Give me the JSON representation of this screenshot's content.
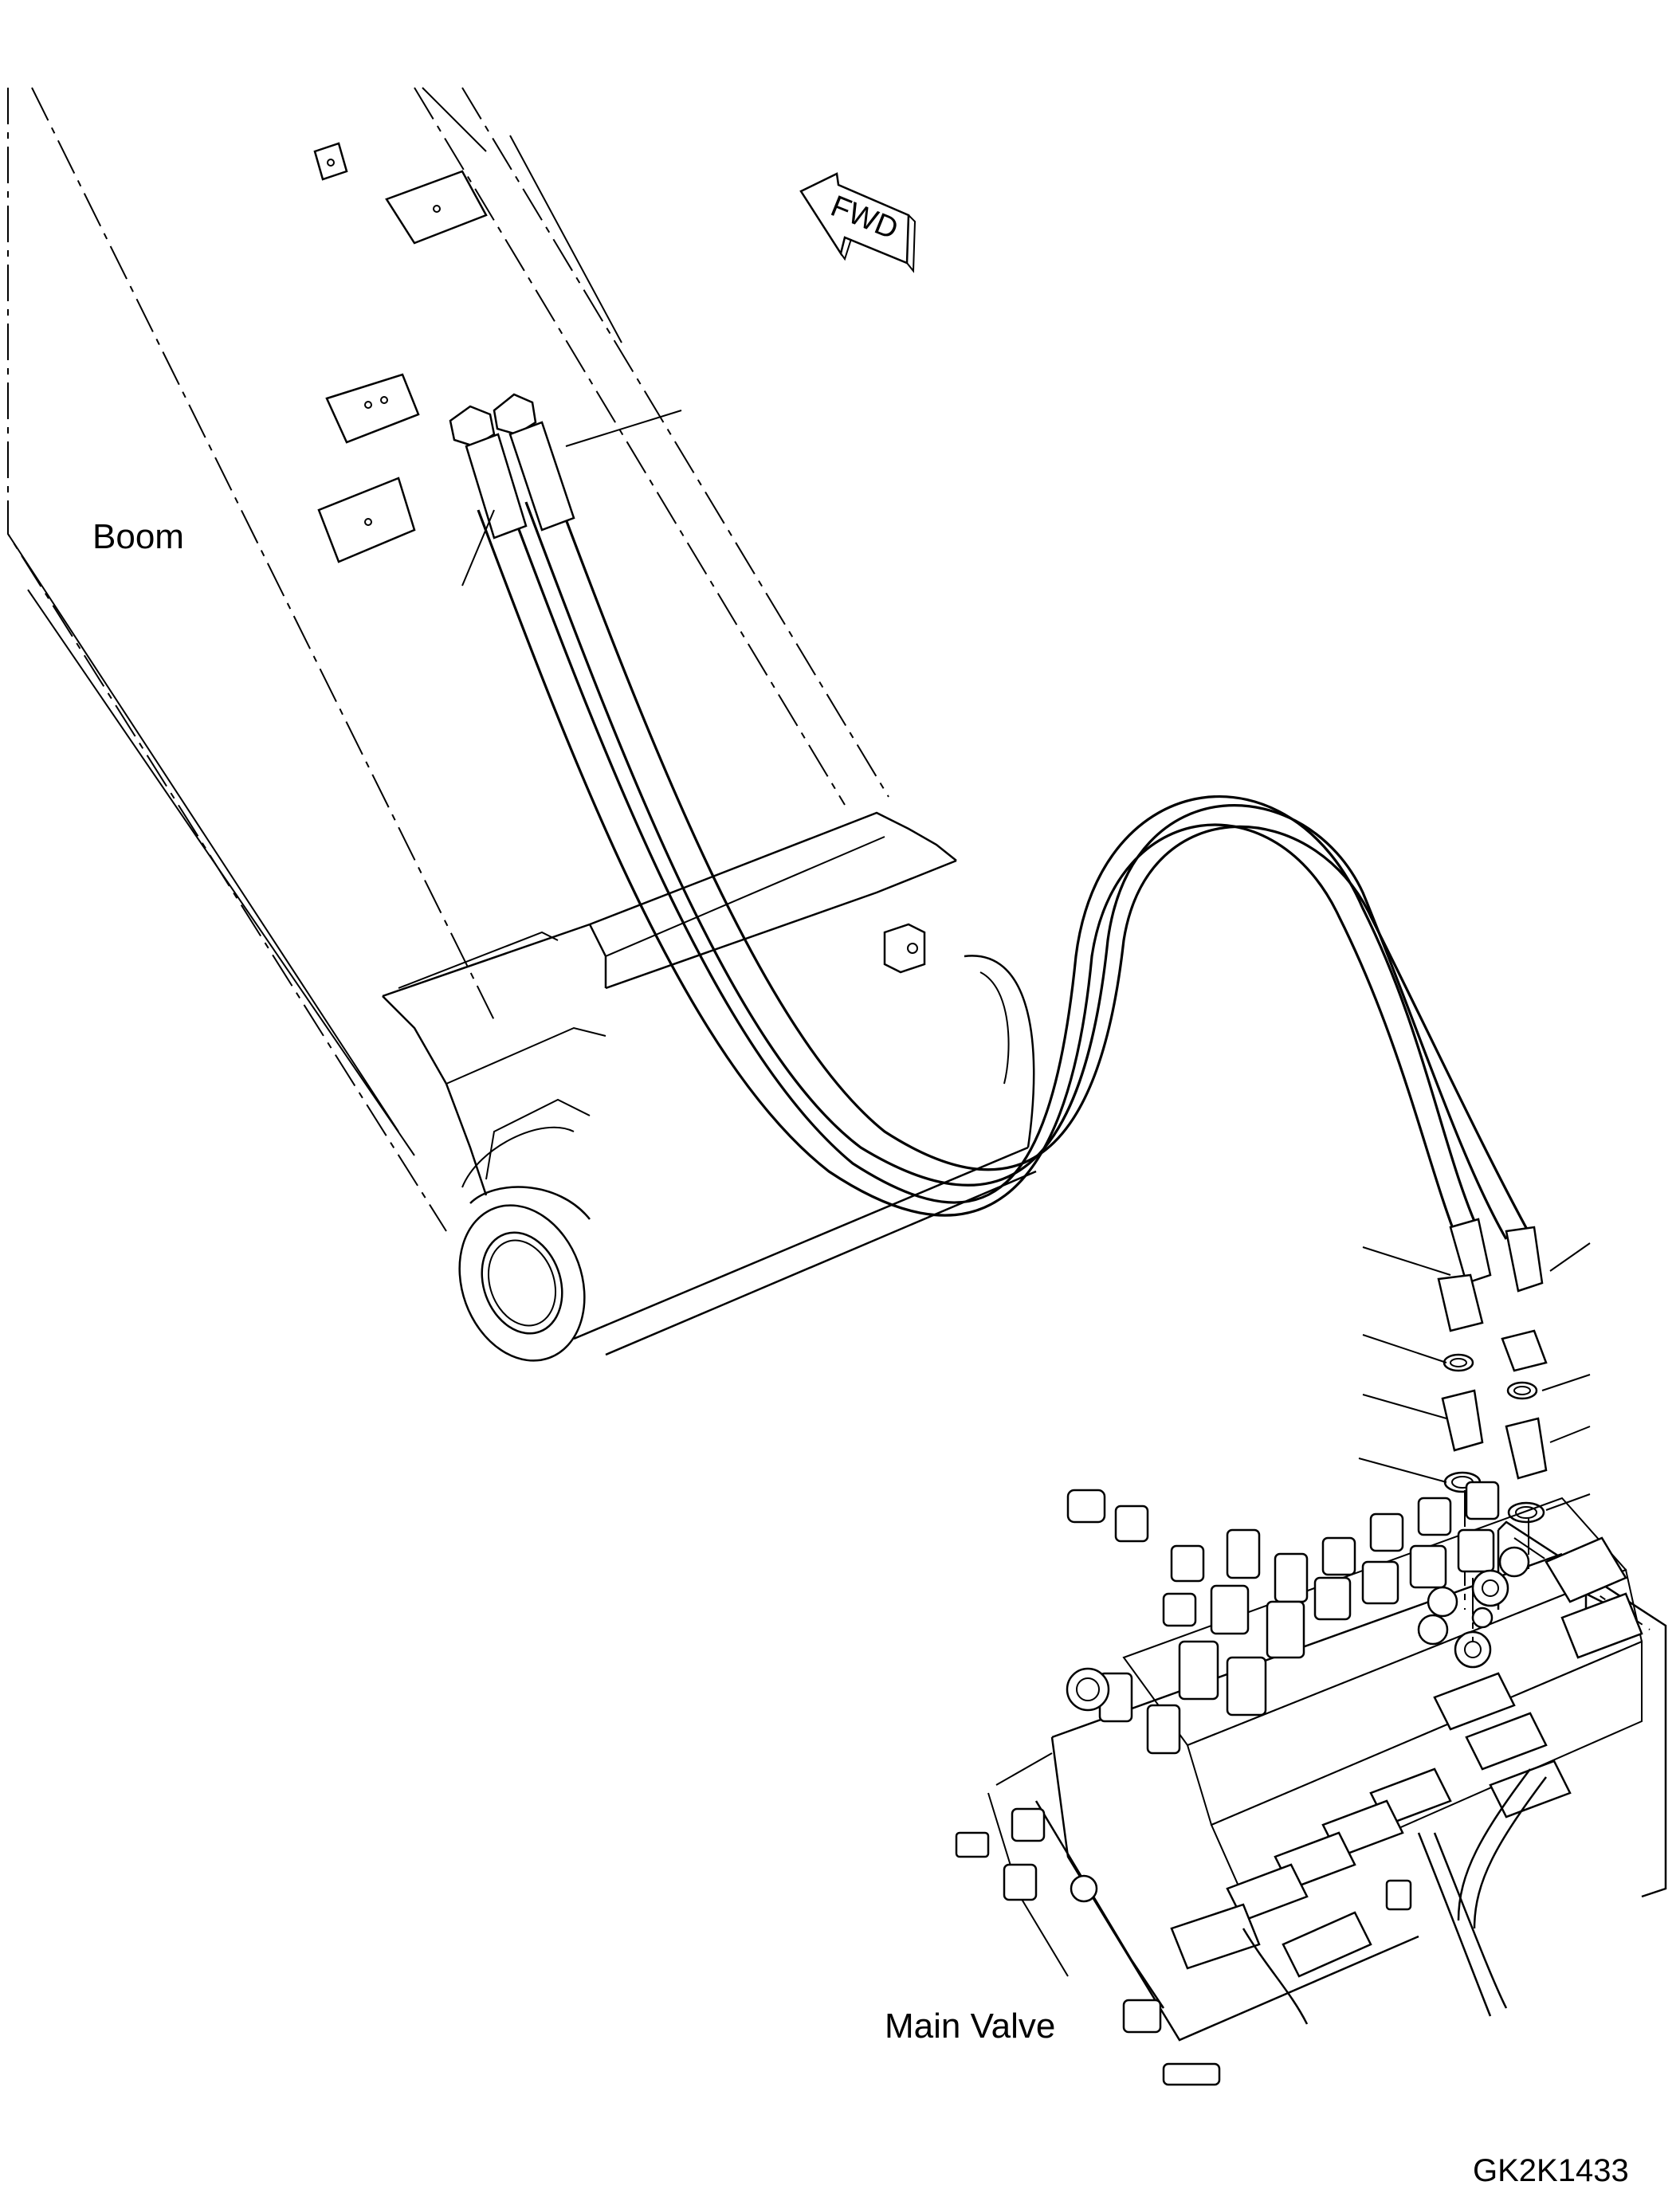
{
  "labels": {
    "boom": "Boom",
    "main_valve": "Main Valve",
    "drawing_code": "GK2K1433",
    "fwd_arrow": "FWD"
  },
  "colors": {
    "line": "#000000",
    "background": "#ffffff"
  }
}
